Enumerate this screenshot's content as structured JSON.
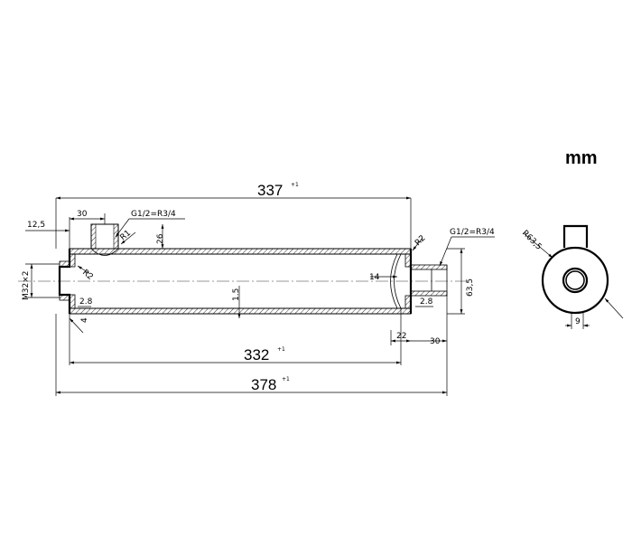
{
  "unit": "mm",
  "dims": {
    "total_inner": "337",
    "total_inner_tol": "+1",
    "body": "332",
    "body_tol": "+1",
    "overall": "378",
    "overall_tol": "+1",
    "left_offset": "12,5",
    "port_offset": "30",
    "thread_top": "G1/2=R3/4",
    "thread_right": "G1/2=R3/4",
    "port_height": "26",
    "radius_r1": "R1",
    "radius_r2_left": "R2",
    "radius_r2_right": "R2",
    "inlet_thread": "M32×2",
    "wall_left": "2.8",
    "wall_right": "2.8",
    "wall_center": "1.5",
    "left_step": "4",
    "baffle": "14",
    "diameter": "63,5",
    "right_a": "22",
    "right_b": "30",
    "side_radius": "R63,5",
    "side_width": "9"
  }
}
